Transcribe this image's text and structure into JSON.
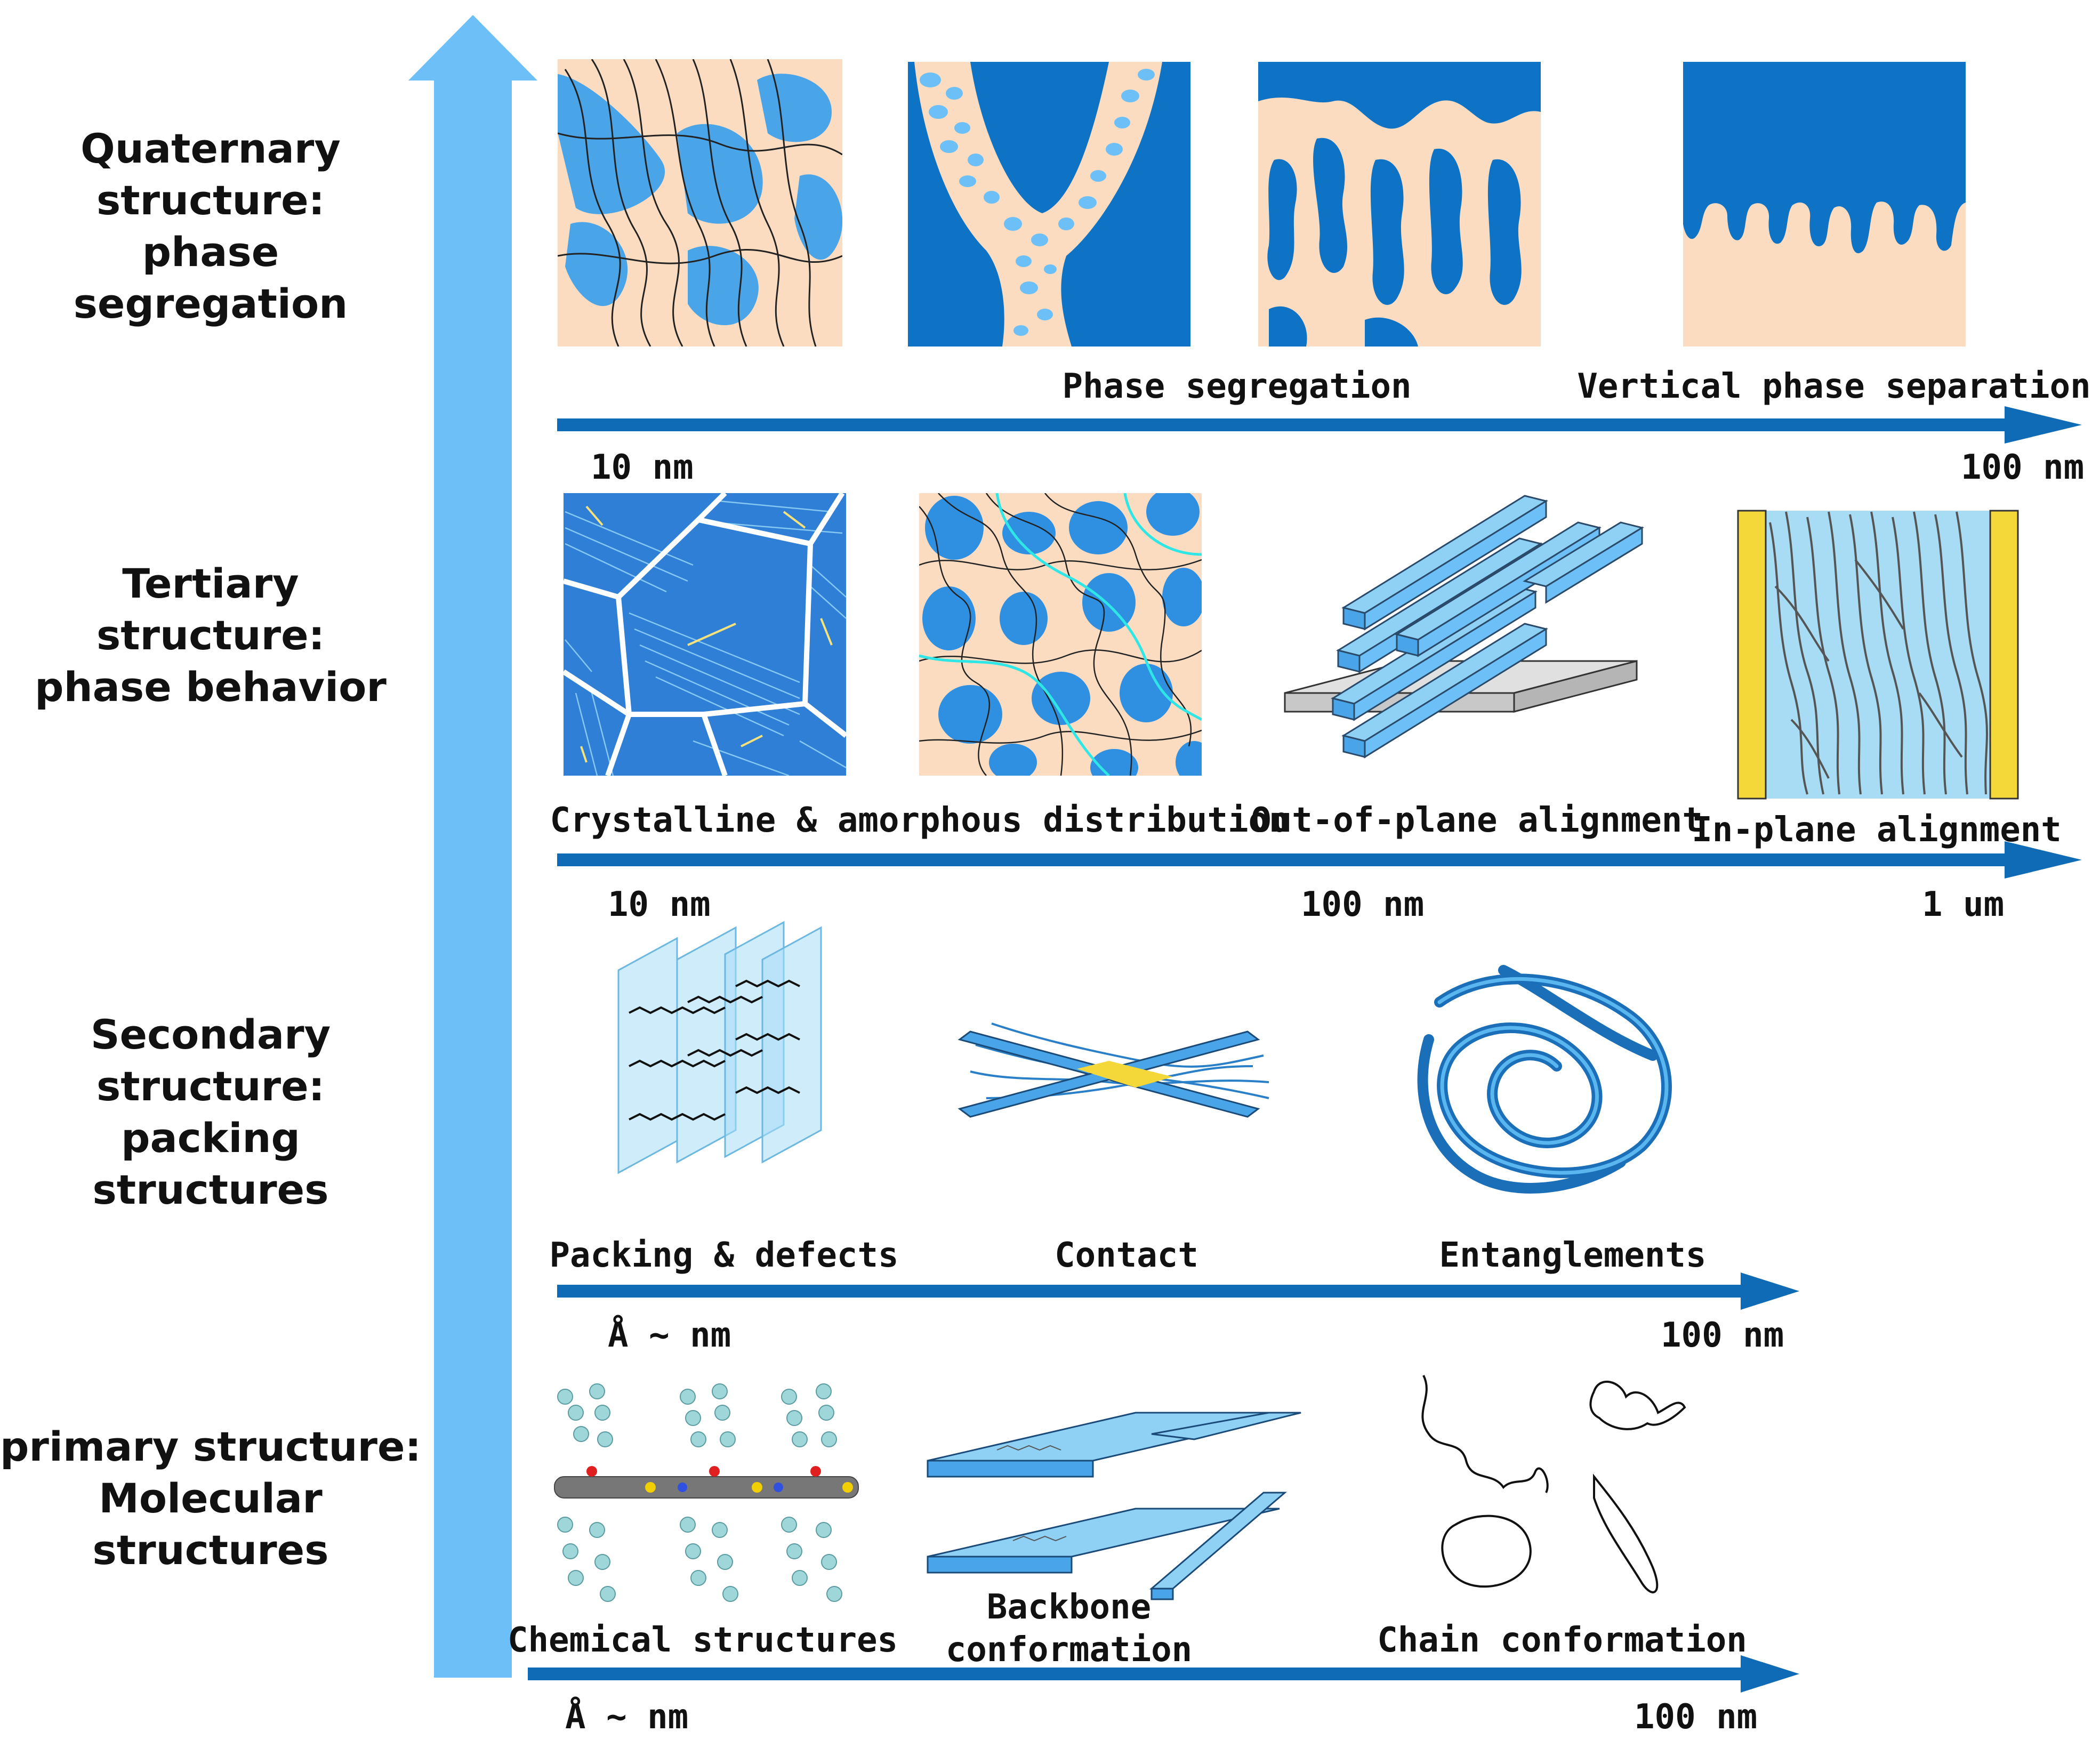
{
  "levels": {
    "quaternary": [
      "Quaternary",
      "structure:",
      "phase segregation"
    ],
    "tertiary": [
      "Tertiary",
      "structure:",
      "phase behavior"
    ],
    "secondary": [
      "Secondary",
      "structure:",
      "packing structures"
    ],
    "primary": [
      "primary structure:",
      "Molecular",
      "structures"
    ]
  },
  "rows": {
    "quaternary": {
      "captions": [
        "Phase segregation",
        "Vertical phase separation"
      ],
      "scale": [
        "10 nm",
        "100 nm"
      ]
    },
    "tertiary": {
      "captions": [
        "Crystalline & amorphous distribution",
        "Out-of-plane alignment",
        "In-plane alignment"
      ],
      "scale": [
        "10 nm",
        "100 nm",
        "1 um"
      ]
    },
    "secondary": {
      "captions": [
        "Packing & defects",
        "Contact",
        "Entanglements"
      ],
      "scale": [
        "Å ~ nm",
        "100 nm"
      ]
    },
    "primary": {
      "captions": [
        "Chemical structures",
        "Backbone",
        "conformation",
        "Chain conformation"
      ],
      "scale": [
        "Å ~ nm",
        "100 nm"
      ]
    }
  },
  "colors": {
    "big_arrow": "#6cc0f7",
    "axis_arrow": "#0f6bb5",
    "dark_blue": "#0e73c4",
    "mid_blue": "#4aa4e8",
    "light_blue": "#8fd0f5",
    "peach": "#fbdcc0",
    "yellow": "#f4d83a"
  }
}
